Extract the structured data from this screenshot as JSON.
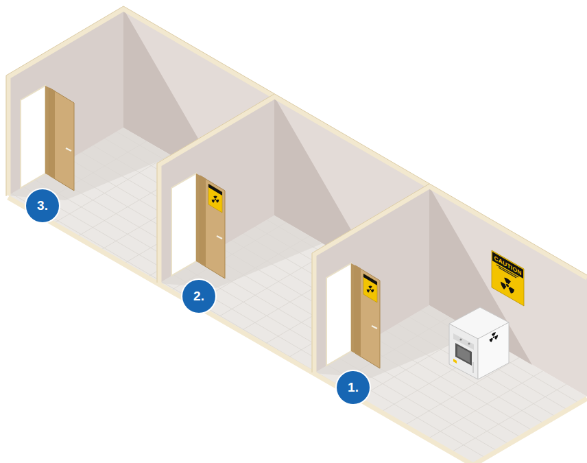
{
  "diagram": {
    "labels": [
      "3.",
      "2.",
      "1.",
      "CAUTION"
    ]
  }
}
